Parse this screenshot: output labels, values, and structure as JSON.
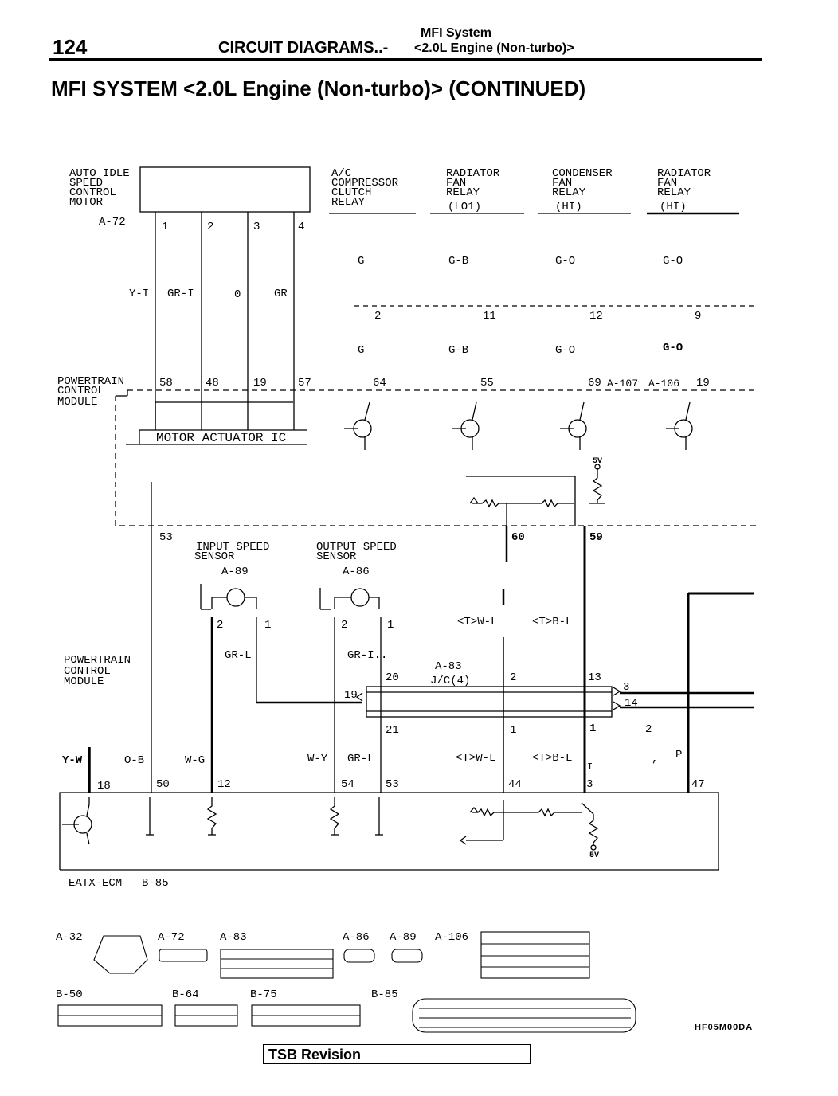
{
  "header": {
    "page_number": "124",
    "system": "MFI System",
    "chapter": "CIRCUIT DIAGRAMS..-",
    "engine": "<2.0L Engine (Non-turbo)>"
  },
  "title": "MFI SYSTEM <2.0L Engine (Non-turbo)> (CONTINUED)",
  "components": {
    "idle_motor": [
      "AUTO IDLE",
      "SPEED",
      "CONTROL",
      "MOTOR"
    ],
    "idle_motor_conn": "A-72",
    "ac_relay": [
      "A/C",
      "COMPRESSOR",
      "CLUTCH",
      "RELAY"
    ],
    "rad_fan_lo": [
      "RADIATOR",
      "FAN",
      "RELAY",
      "(LO1)"
    ],
    "cond_fan_hi": [
      "CONDENSER",
      "FAN",
      "RELAY",
      "(HI)"
    ],
    "rad_fan_hi": [
      "RADIATOR",
      "FAN",
      "RELAY",
      "(HI)"
    ],
    "pcm_top": [
      "POWERTRAIN",
      "CONTROL",
      "MODULE"
    ],
    "motor_ic": "MOTOR ACTUATOR IC",
    "input_sensor": [
      "INPUT SPEED",
      "SENSOR"
    ],
    "input_sensor_conn": "A-89",
    "output_sensor": [
      "OUTPUT SPEED",
      "SENSOR"
    ],
    "output_sensor_conn": "A-86",
    "pcm_mid": [
      "POWERTRAIN",
      "CONTROL",
      "MODULE"
    ],
    "jc_conn": "A-83",
    "jc": "J/C(4)",
    "ecm": "EATX-ECM",
    "ecm_conn": "B-85",
    "conn_a107": "A-107",
    "conn_a106": "A-106",
    "v5_top": "5V",
    "v5_bot": "5V"
  },
  "wires": {
    "idle": [
      "Y-I",
      "GR-I",
      "0",
      "GR"
    ],
    "idle_pins": [
      "1",
      "2",
      "3",
      "4"
    ],
    "pcm_pins_idle": [
      "58",
      "48",
      "19",
      "57"
    ],
    "relay_colors_top": [
      "G",
      "G-B",
      "G-O",
      "G-O"
    ],
    "relay_colors_bot": [
      "G",
      "G-B",
      "G-O",
      "G-O"
    ],
    "relay_pins_mid": [
      "2",
      "11",
      "12",
      "9"
    ],
    "relay_pins_pcm": [
      "64",
      "55",
      "69",
      "19"
    ],
    "pin53": "53",
    "pin60": "60",
    "pin59": "59",
    "tw_l_top": "<T>W-L",
    "tb_l_top": "<T>B-L",
    "sensor_pins": [
      "2",
      "1",
      "2",
      "1"
    ],
    "jc_left": [
      "GR-L",
      "GR-I.."
    ],
    "jc_pins": [
      "20",
      "19",
      "21",
      "2",
      "1",
      "13",
      "1",
      "3",
      "14",
      "2"
    ],
    "ecm_colors": [
      "Y-W",
      "O-B",
      "W-G",
      "W-Y",
      "GR-L",
      "<T>W-L",
      "<T>B-L",
      "P"
    ],
    "ecm_pins": [
      "18",
      "50",
      "12",
      "54",
      "53",
      "44",
      "3",
      "47"
    ],
    "misc": [
      "I",
      ","
    ]
  },
  "connectors": {
    "a32": "A-32",
    "a72": "A-72",
    "a83": "A-83",
    "a86": "A-86",
    "a89": "A-89",
    "a106": "A-106",
    "b50": "B-50",
    "b64": "B-64",
    "b75": "B-75",
    "b85": "B-85"
  },
  "footer": {
    "tsb": "TSB Revision",
    "code": "HF05M00DA"
  }
}
